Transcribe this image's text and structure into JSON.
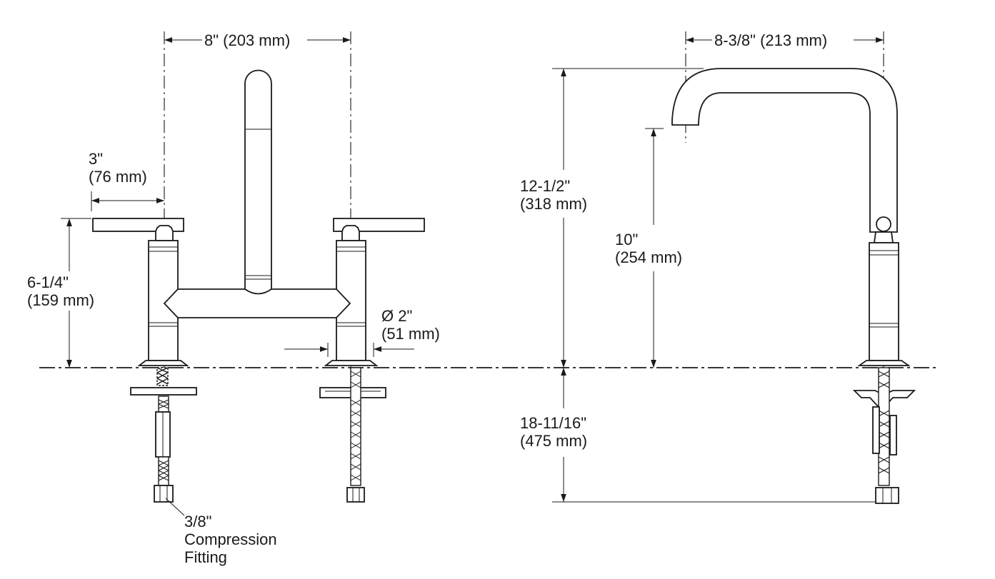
{
  "dimensions": {
    "spread": "8\" (203 mm)",
    "spout_reach": "8-3/8\" (213 mm)",
    "handle_reach_in": "3\"",
    "handle_reach_mm": "(76 mm)",
    "handle_height_in": "6-1/4\"",
    "handle_height_mm": "(159 mm)",
    "spout_height_in": "12-1/2\"",
    "spout_height_mm": "(318 mm)",
    "spout_clearance_in": "10\"",
    "spout_clearance_mm": "(254 mm)",
    "base_diameter_in": "Ø 2\"",
    "base_diameter_mm": "(51 mm)",
    "supply_length_in": "18-11/16\"",
    "supply_length_mm": "(475 mm)"
  },
  "callouts": {
    "fitting_line1": "3/8\"",
    "fitting_line2": "Compression",
    "fitting_line3": "Fitting"
  }
}
